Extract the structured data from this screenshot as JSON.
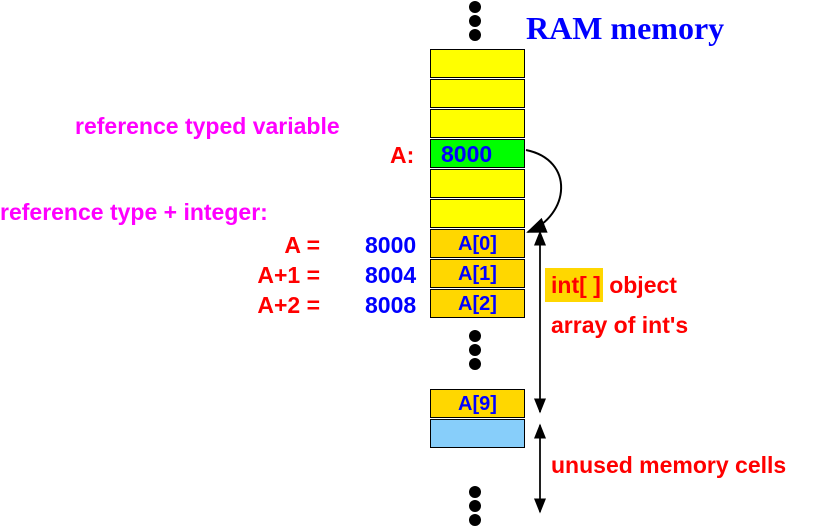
{
  "title": "RAM memory",
  "labels": {
    "reference_typed_variable": "reference typed variable",
    "reference_plus_integer": "reference type + integer:",
    "var_name": "A:",
    "expr_0": "A =",
    "expr_1": "A+1 =",
    "expr_2": "A+2 =",
    "addr_0": "8000",
    "addr_1": "8004",
    "addr_2": "8008",
    "object_type": "int[ ]",
    "object_word": "object",
    "array_desc": "array of int's",
    "unused": "unused memory cells"
  },
  "memory": {
    "var_value": "8000",
    "elements": [
      "A[0]",
      "A[1]",
      "A[2]"
    ],
    "last_element": "A[9]"
  },
  "colors": {
    "free_cell": "#ffff00",
    "variable_cell": "#00ff00",
    "array_cell": "#ffd700",
    "unused_cell": "#87cefa"
  }
}
